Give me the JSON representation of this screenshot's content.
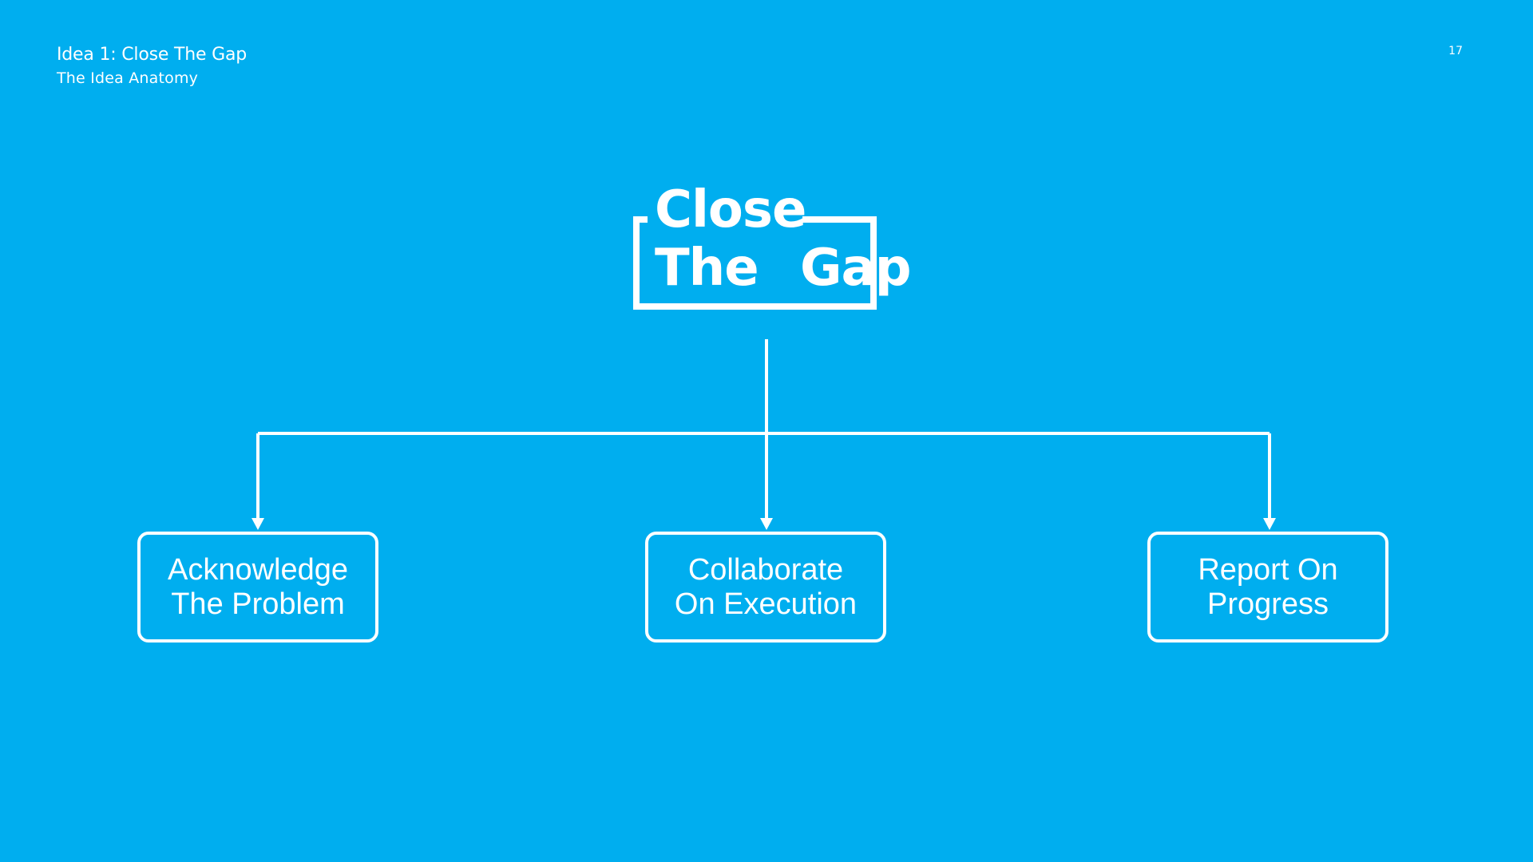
{
  "header": {
    "title": "Idea 1: Close The Gap",
    "subtitle": "The Idea Anatomy",
    "page_number": "17"
  },
  "logo": {
    "word_close": "Close",
    "word_the": "The",
    "word_gap": "Gap"
  },
  "nodes": [
    {
      "line1": "Acknowledge",
      "line2": "The Problem"
    },
    {
      "line1": "Collaborate",
      "line2": "On Execution"
    },
    {
      "line1": "Report On",
      "line2": "Progress"
    }
  ],
  "colors": {
    "background": "#00AEEF",
    "foreground": "#FFFFFF"
  }
}
